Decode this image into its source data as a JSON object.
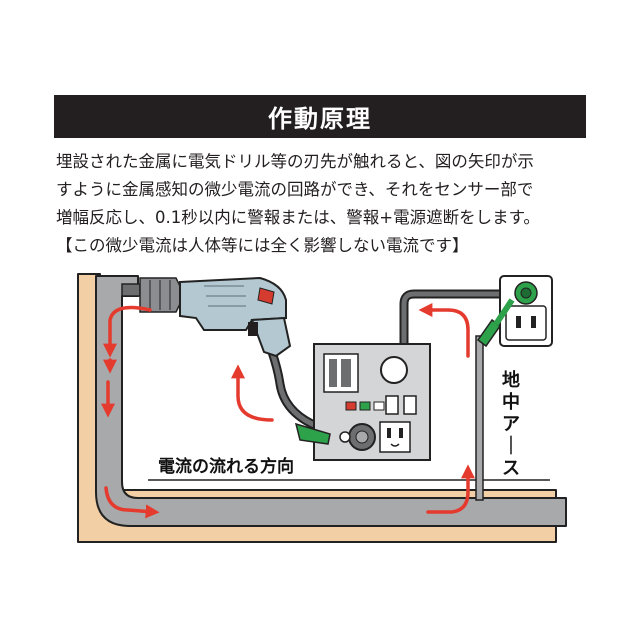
{
  "title": "作動原理",
  "description_lines": [
    "埋設された金属に電気ドリル等の刃先が触れると、図の矢印が示",
    "すように金属感知の微少電流の回路ができ、それをセンサー部で",
    "増幅反応し、0.1秒以内に警報または、警報+電源遮断をします。",
    "【この微少電流は人体等には全く影響しない電流です】"
  ],
  "labels": {
    "current_direction": "電流の流れる方向",
    "ground": "地中アース"
  },
  "colors": {
    "title_bar": "#231f20",
    "wall": "#f3cfa6",
    "pipe": "#a8a9ab",
    "arrow": "#e53a2e",
    "clip": "#2ea14b",
    "device_panel": "#d4d5d7",
    "drill_body": "#b4c8d2"
  },
  "icons": [
    "drill-icon",
    "outlet-icon",
    "ground-clip-icon",
    "alarm-lamp-icon"
  ]
}
